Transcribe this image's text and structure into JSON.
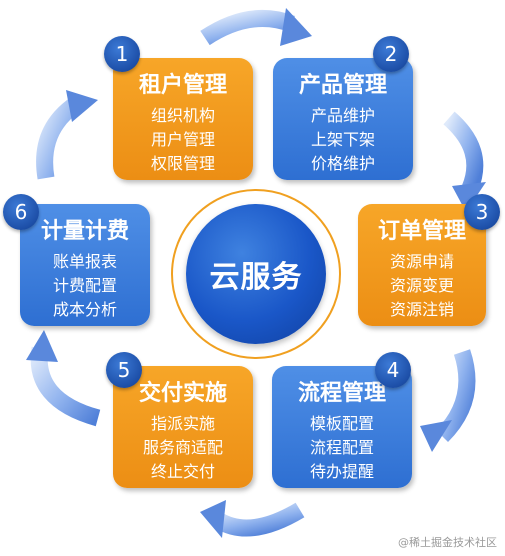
{
  "center": {
    "label": "云服务"
  },
  "cards": [
    {
      "number": "1",
      "title": "租户管理",
      "items": [
        "组织机构",
        "用户管理",
        "权限管理"
      ],
      "color": "#f39b1f"
    },
    {
      "number": "2",
      "title": "产品管理",
      "items": [
        "产品维护",
        "上架下架",
        "价格维护"
      ],
      "color": "#3e7fde"
    },
    {
      "number": "3",
      "title": "订单管理",
      "items": [
        "资源申请",
        "资源变更",
        "资源注销"
      ],
      "color": "#f39b1f"
    },
    {
      "number": "4",
      "title": "流程管理",
      "items": [
        "模板配置",
        "流程配置",
        "待办提醒"
      ],
      "color": "#3e7fde"
    },
    {
      "number": "5",
      "title": "交付实施",
      "items": [
        "指派实施",
        "服务商适配",
        "终止交付"
      ],
      "color": "#f39b1f"
    },
    {
      "number": "6",
      "title": "计量计费",
      "items": [
        "账单报表",
        "计费配置",
        "成本分析"
      ],
      "color": "#3e7fde"
    }
  ],
  "watermark": "@稀土掘金技术社区",
  "colors": {
    "center": "#1a57c8",
    "ring": "#f0a020",
    "badge": "#1d4fa8",
    "arrow": "#6f9be6"
  }
}
